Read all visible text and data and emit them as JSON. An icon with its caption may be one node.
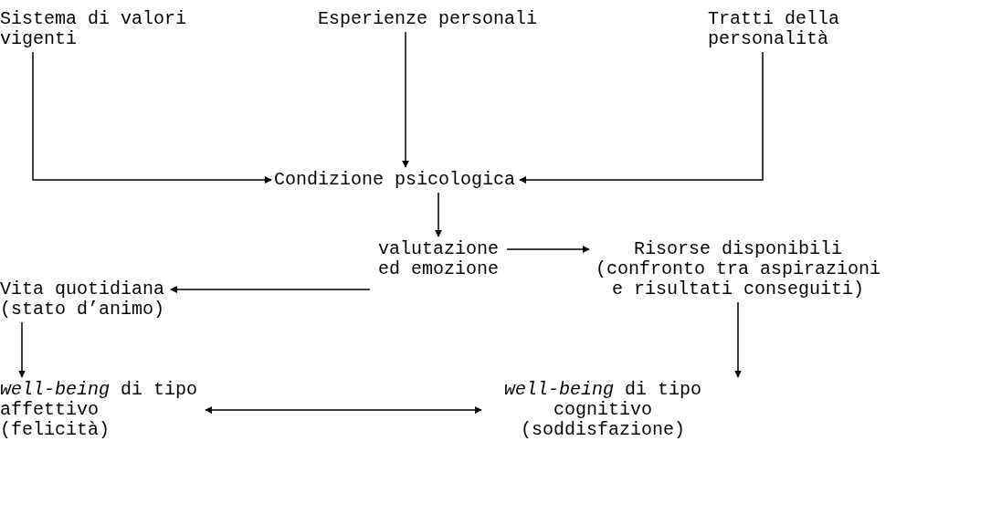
{
  "diagram": {
    "nodes": [
      {
        "text": [
          "Sistema di valori vigenti"
        ]
      },
      {
        "text": [
          "Esperienze personali"
        ]
      },
      {
        "text": [
          "Tratti della personalità"
        ]
      },
      {
        "text": [
          "Condizione psicologica"
        ]
      },
      {
        "text": [
          "valutazione ed emozione"
        ]
      },
      {
        "text": [
          "Risorse disponibili",
          "(confronto tra aspirazioni e risultati conseguiti)"
        ]
      },
      {
        "text": [
          "Vita quotidiana",
          "(stato d’animo)"
        ]
      },
      {
        "text": [
          "*well-being* di tipo affettivo",
          "(felicità)"
        ]
      },
      {
        "text": [
          "*well-being* di tipo cognitivo",
          "(soddisfazione)"
        ]
      }
    ],
    "edges": [
      {
        "from": 0,
        "to": 3,
        "arrow": "to"
      },
      {
        "from": 1,
        "to": 3,
        "arrow": "to"
      },
      {
        "from": 2,
        "to": 3,
        "arrow": "to"
      },
      {
        "from": 3,
        "to": 4,
        "arrow": "to"
      },
      {
        "from": 4,
        "to": 5,
        "arrow": "to"
      },
      {
        "from": 4,
        "to": 6,
        "arrow": "to"
      },
      {
        "from": 5,
        "to": 8,
        "arrow": "to"
      },
      {
        "from": 6,
        "to": 7,
        "arrow": "to"
      },
      {
        "from": 7,
        "to": 8,
        "arrow": "both"
      }
    ]
  }
}
